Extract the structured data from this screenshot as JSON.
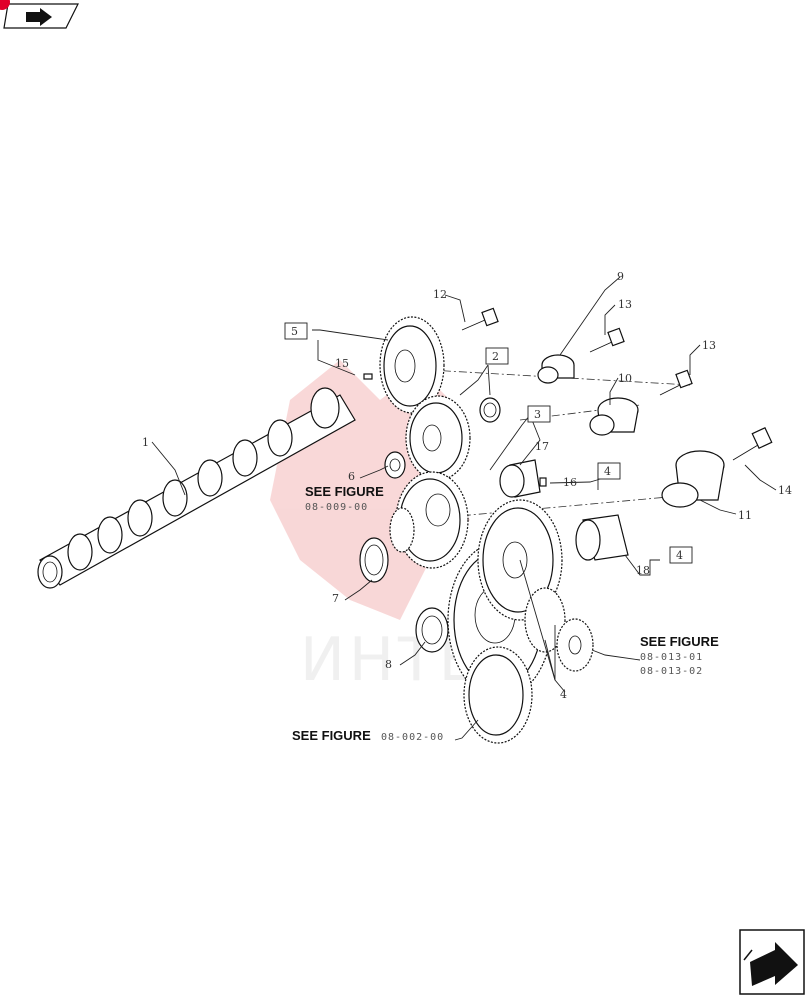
{
  "header": {
    "nav_icon": "arrow-right-icon",
    "badge_color": "#e0002a"
  },
  "watermark": {
    "text": "ИНТЕ",
    "color": "#f4b8b8"
  },
  "callouts": [
    {
      "id": "c1",
      "label": "1"
    },
    {
      "id": "c2",
      "label": "2"
    },
    {
      "id": "c3",
      "label": "3"
    },
    {
      "id": "c4a",
      "label": "4"
    },
    {
      "id": "c4b",
      "label": "4"
    },
    {
      "id": "c4c",
      "label": "4"
    },
    {
      "id": "c5",
      "label": "5"
    },
    {
      "id": "c6",
      "label": "6"
    },
    {
      "id": "c7",
      "label": "7"
    },
    {
      "id": "c8",
      "label": "8"
    },
    {
      "id": "c9",
      "label": "9"
    },
    {
      "id": "c10",
      "label": "10"
    },
    {
      "id": "c11",
      "label": "11"
    },
    {
      "id": "c12",
      "label": "12"
    },
    {
      "id": "c13a",
      "label": "13"
    },
    {
      "id": "c13b",
      "label": "13"
    },
    {
      "id": "c14",
      "label": "14"
    },
    {
      "id": "c15",
      "label": "15"
    },
    {
      "id": "c16",
      "label": "16"
    },
    {
      "id": "c17",
      "label": "17"
    },
    {
      "id": "c18",
      "label": "18"
    }
  ],
  "references": [
    {
      "id": "ref1",
      "text": "SEE FIGURE",
      "figure": "08-009-00"
    },
    {
      "id": "ref2",
      "text": "SEE FIGURE",
      "figure": "08-013-01",
      "figure2": "08-013-02"
    },
    {
      "id": "ref3",
      "text": "SEE FIGURE",
      "figure": "08-002-00"
    }
  ],
  "footer": {
    "nav_icon": "next-page-arrow-icon"
  }
}
